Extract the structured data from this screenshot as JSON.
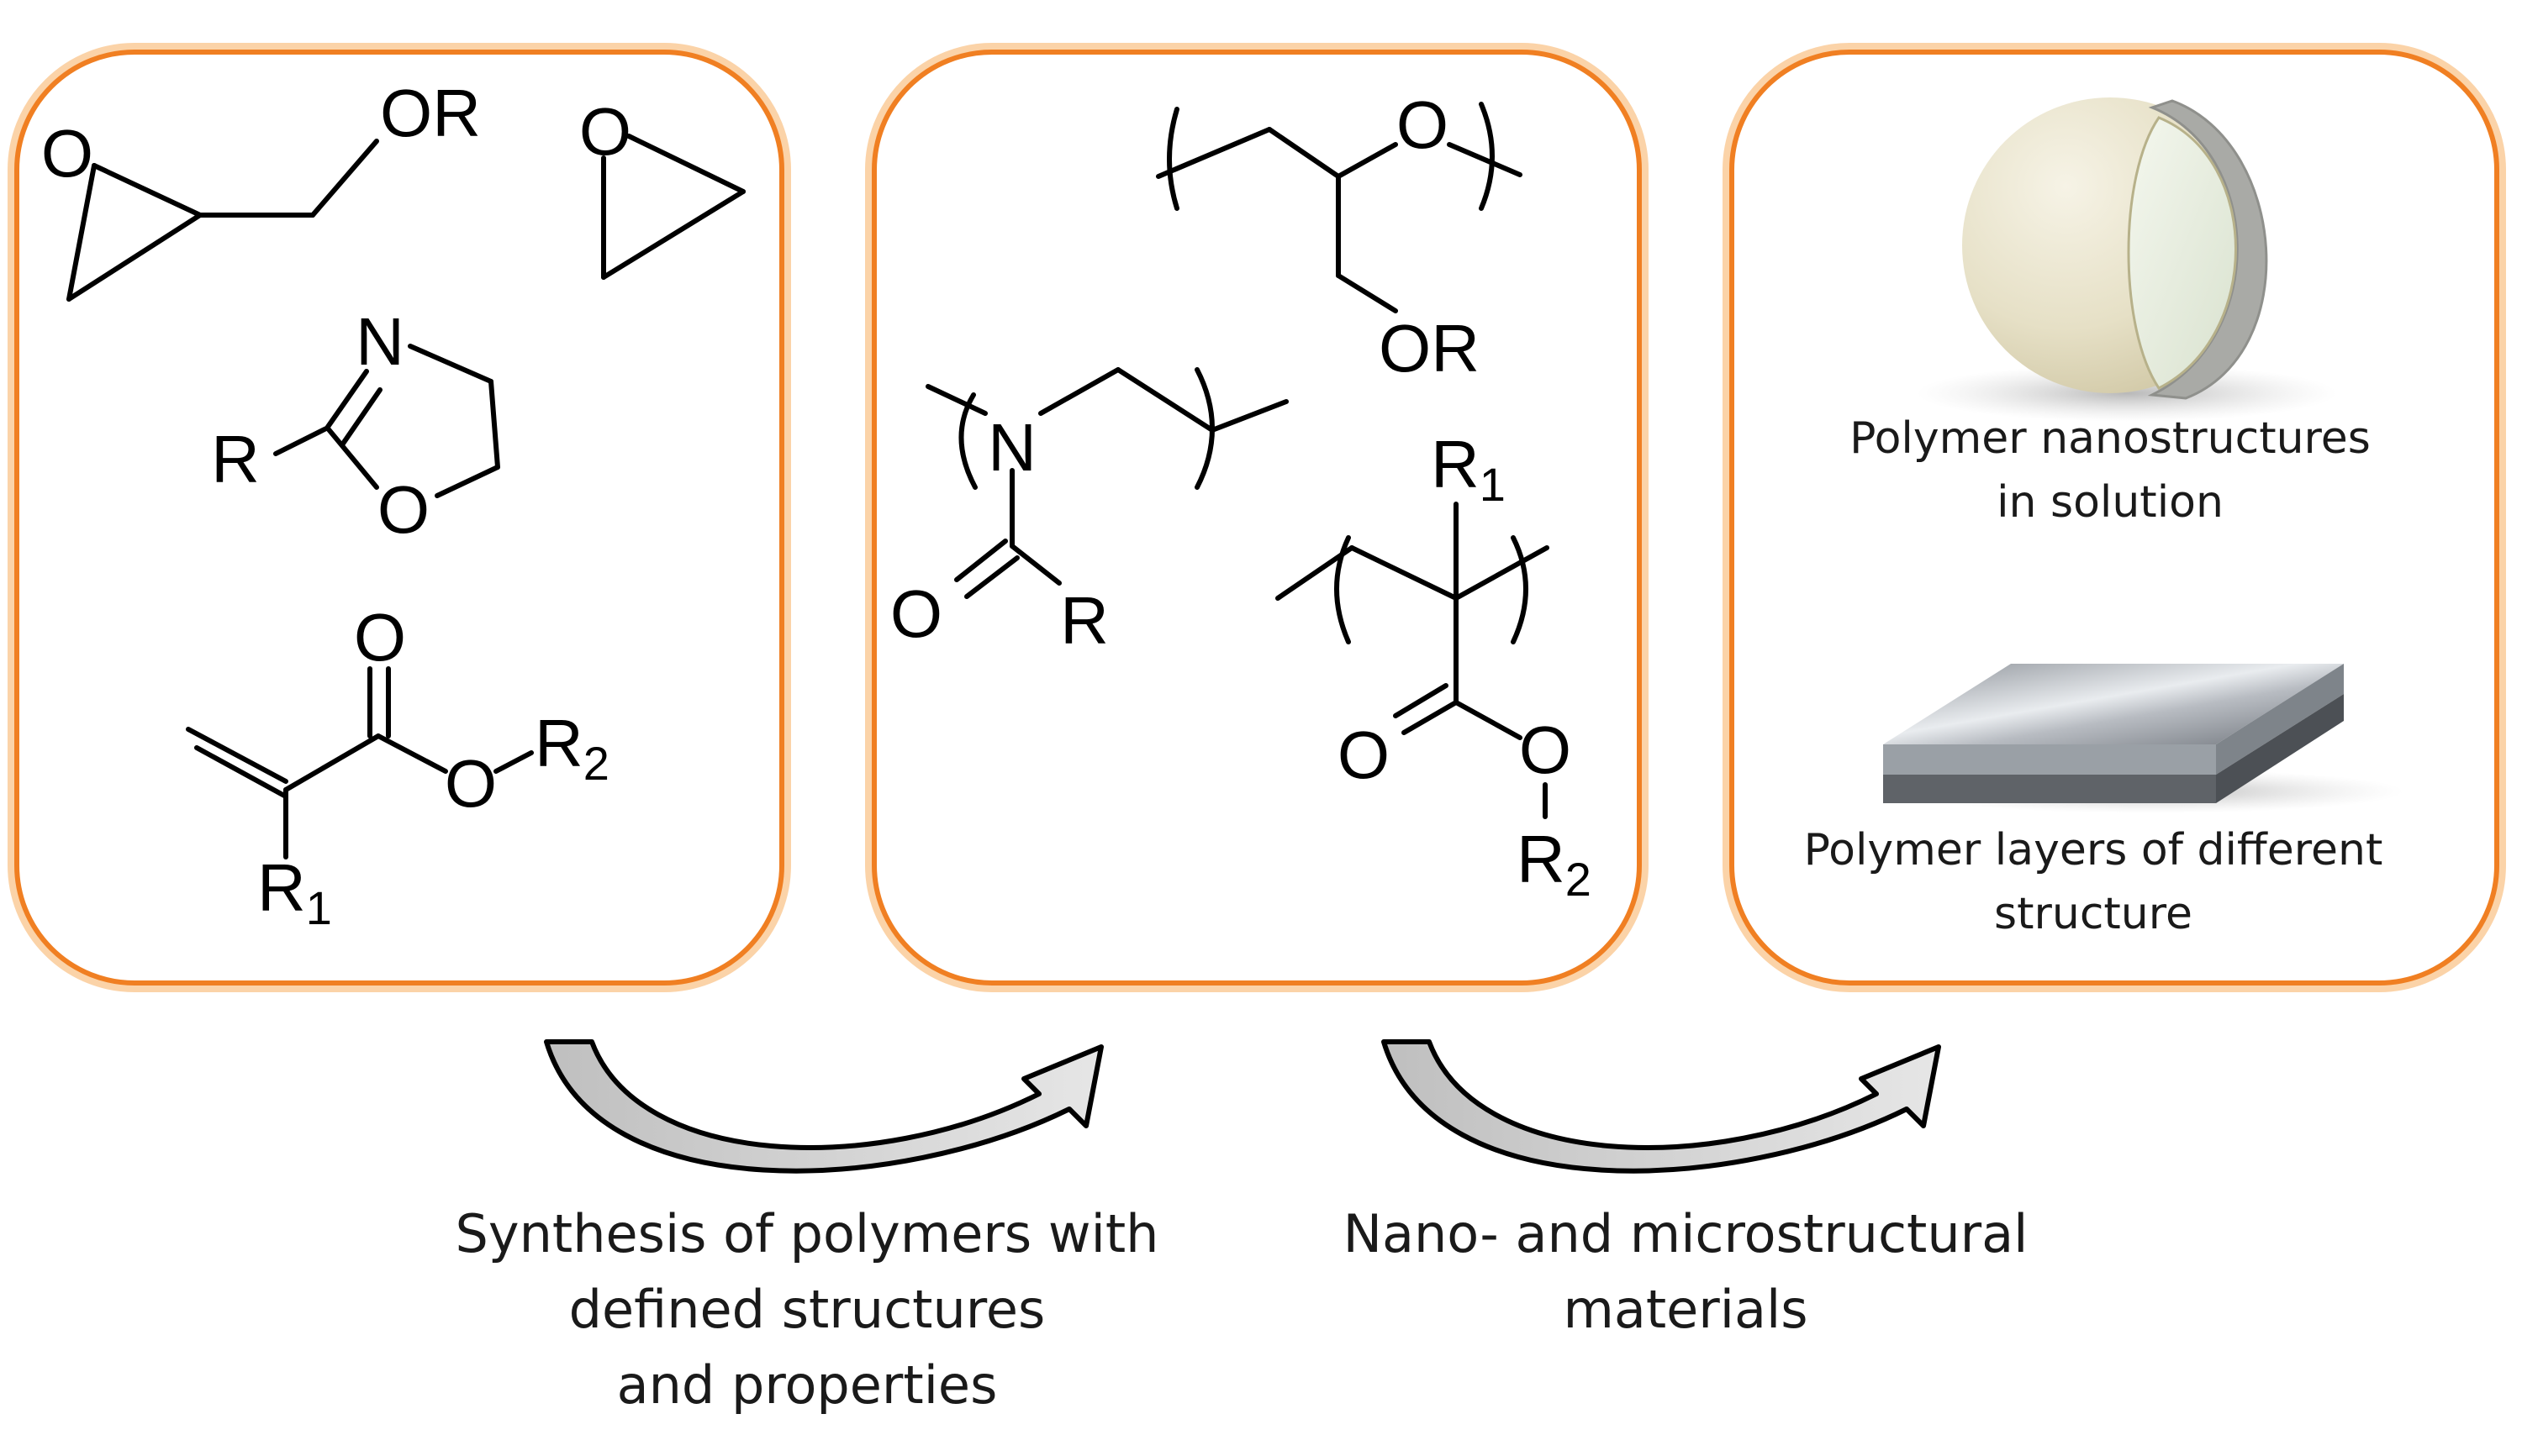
{
  "colors": {
    "frame": "#f07f22",
    "glow": "#fbd3a8",
    "arrow_fill": "#c8c8c8",
    "text": "#1a1a1a"
  },
  "panels": {
    "monomers": {
      "glycidyl_ether": {
        "substituent": "OR",
        "oxygen": "O"
      },
      "ethylene_oxide": {
        "oxygen": "O"
      },
      "oxazoline": {
        "nitrogen": "N",
        "oxygen": "O",
        "substituent": "R"
      },
      "acrylate": {
        "carbonyl_o": "O",
        "ester_o": "O",
        "r2": "R",
        "r2_sub": "2",
        "r1": "R",
        "r1_sub": "1"
      }
    },
    "polymers": {
      "polyether": {
        "oxygen": "O",
        "substituent": "OR"
      },
      "poly_oxazoline": {
        "nitrogen": "N",
        "carbonyl_o": "O",
        "substituent": "R"
      },
      "polyacrylate": {
        "r1": "R",
        "r1_sub": "1",
        "carbonyl_o": "O",
        "ester_o": "O",
        "r2": "R",
        "r2_sub": "2"
      }
    },
    "materials": {
      "nanostructures_caption": [
        "Polymer nanostructures",
        "in solution"
      ],
      "layers_caption": [
        "Polymer layers of different",
        "structure"
      ]
    }
  },
  "steps": [
    {
      "lines": [
        "Synthesis of polymers with",
        "defined structures",
        "and properties"
      ]
    },
    {
      "lines": [
        "Nano- and microstructural",
        "materials"
      ]
    }
  ]
}
